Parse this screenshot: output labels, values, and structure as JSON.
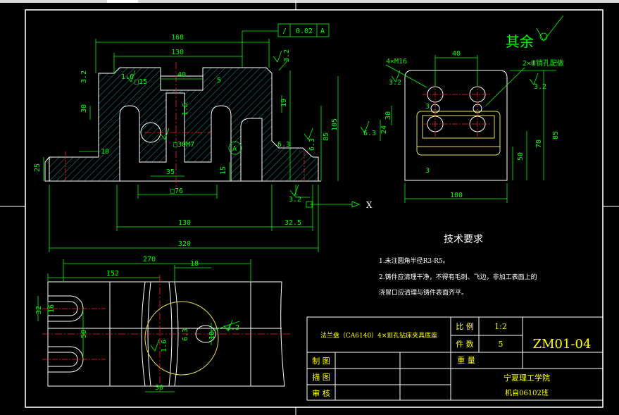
{
  "title_block": {
    "drawing_title": "法兰盘（CA6140）4×Ⅲ孔钻床夹具底座",
    "scale_label": "比 例",
    "scale_value": "1:2",
    "qty_label": "件 数",
    "qty_value": "5",
    "weight_label": "重 量",
    "drawing_no": "ZM01-04",
    "drawn_label": "制 图",
    "design_label": "描 图",
    "check_label": "审 核",
    "school": "宁夏理工学院",
    "class": "机自06102班"
  },
  "tech_req": {
    "heading": "技术要求",
    "line1": "1.未注圆角半径R3-R5。",
    "line2": "2.铸件应清理干净，不得有毛刺、飞边，非加工表面上的",
    "line3": "浇冒口应清理与铸件表面齐平。"
  },
  "roughness_note": "其余",
  "front_view": {
    "dim_168": "168",
    "dim_130_top": "130",
    "dim_40": "40",
    "dim_5": "5",
    "dim_16a": "1.6",
    "dim_sq15": "□15",
    "dim_32a": "3.2",
    "dim_32b": "3.2",
    "dim_30": "30",
    "dim_19": "19",
    "dim_16b": "1.6",
    "dim_30m7": "□30M7",
    "dim_10": "10",
    "dim_35": "35",
    "dim_15": "15",
    "dim_sq76": "□76",
    "dim_25": "25",
    "dim_63": "6.3",
    "dim_63b": "6.3",
    "dim_85": "85",
    "dim_105": "105",
    "dim_32c": "3.2",
    "dim_130_bottom": "130",
    "dim_325": "32.5",
    "dim_320": "320",
    "datum": "A",
    "tol_symbol": "/",
    "tol_value": "0.02",
    "tol_datum": "A",
    "axis_label": "X"
  },
  "side_view": {
    "dim_40": "40",
    "dim_4m16": "4×M16",
    "dim_note": "2×Ⅲ销孔配做",
    "dim_32a": "3.2",
    "dim_32b": "3.2",
    "dim_30": "30",
    "dim_24": "24",
    "dim_63": "6.3",
    "dim_3a": "3",
    "dim_3b": "3",
    "dim_50": "50",
    "dim_70": "70",
    "dim_85": "85",
    "dim_100": "100"
  },
  "top_view": {
    "dim_270": "270",
    "dim_152": "152",
    "dim_18": "18",
    "dim_32": "32",
    "dim_16": "16",
    "dim_50": "50",
    "dim_63": "6.3",
    "dim_10": "10",
    "dim_32b": "3.2",
    "dim_16b": "1.6",
    "dim_30": "30"
  }
}
